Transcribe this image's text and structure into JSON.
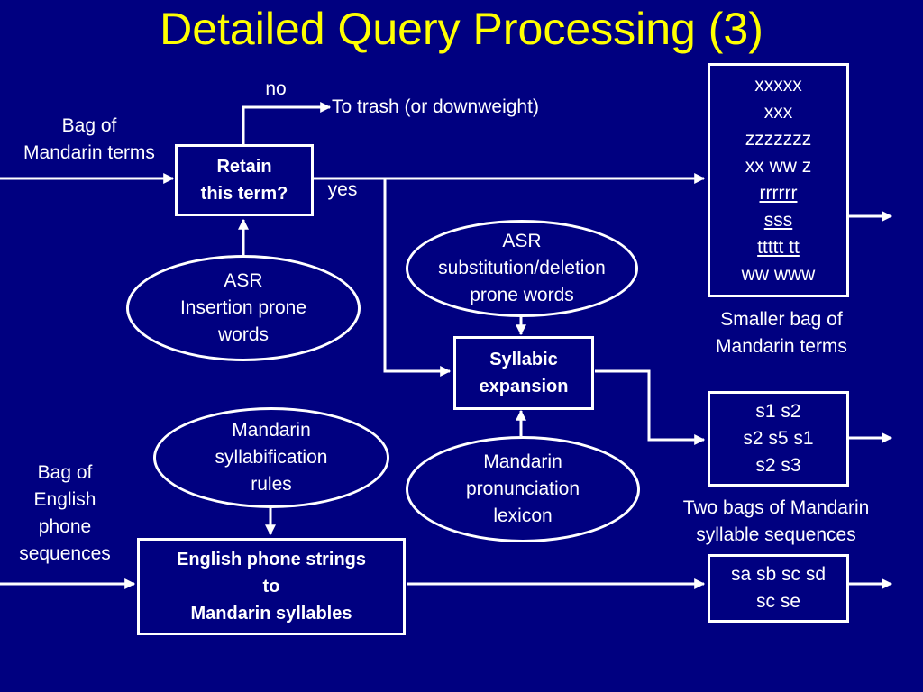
{
  "title": "Detailed Query Processing (3)",
  "inputs": {
    "mandarin_bag": [
      "Bag of",
      "Mandarin terms"
    ],
    "english_bag": [
      "Bag of",
      "English",
      "phone",
      "sequences"
    ]
  },
  "decision": {
    "box": [
      "Retain",
      "this term?"
    ],
    "no_label": "no",
    "no_target": "To trash (or downweight)",
    "yes_label": "yes"
  },
  "ovals": {
    "asr_insertion": [
      "ASR",
      "Insertion prone",
      "words"
    ],
    "asr_substitution": [
      "ASR",
      "substitution/deletion",
      "prone words"
    ],
    "syllabification_rules": [
      "Mandarin",
      "syllabification",
      "rules"
    ],
    "pronunciation_lexicon": [
      "Mandarin",
      "pronunciation",
      "lexicon"
    ]
  },
  "processes": {
    "syllabic_expansion": [
      "Syllabic",
      "expansion"
    ],
    "phone_to_syllable": [
      "English phone strings",
      "to",
      "Mandarin syllables"
    ]
  },
  "outputs": {
    "smaller_bag": {
      "lines": [
        "xxxxx",
        "xxx",
        "zzzzzzz",
        "xx ww z",
        "rrrrrr",
        "sss",
        "ttttt tt",
        "ww www"
      ],
      "caption": [
        "Smaller bag of",
        "Mandarin terms"
      ]
    },
    "syllable_bags": {
      "lines": [
        "s1 s2",
        "s2 s5 s1",
        "s2 s3"
      ],
      "caption": [
        "Two bags of Mandarin",
        "syllable sequences"
      ]
    },
    "english_syllables": {
      "lines": [
        "sa sb sc sd",
        "sc se"
      ]
    }
  }
}
